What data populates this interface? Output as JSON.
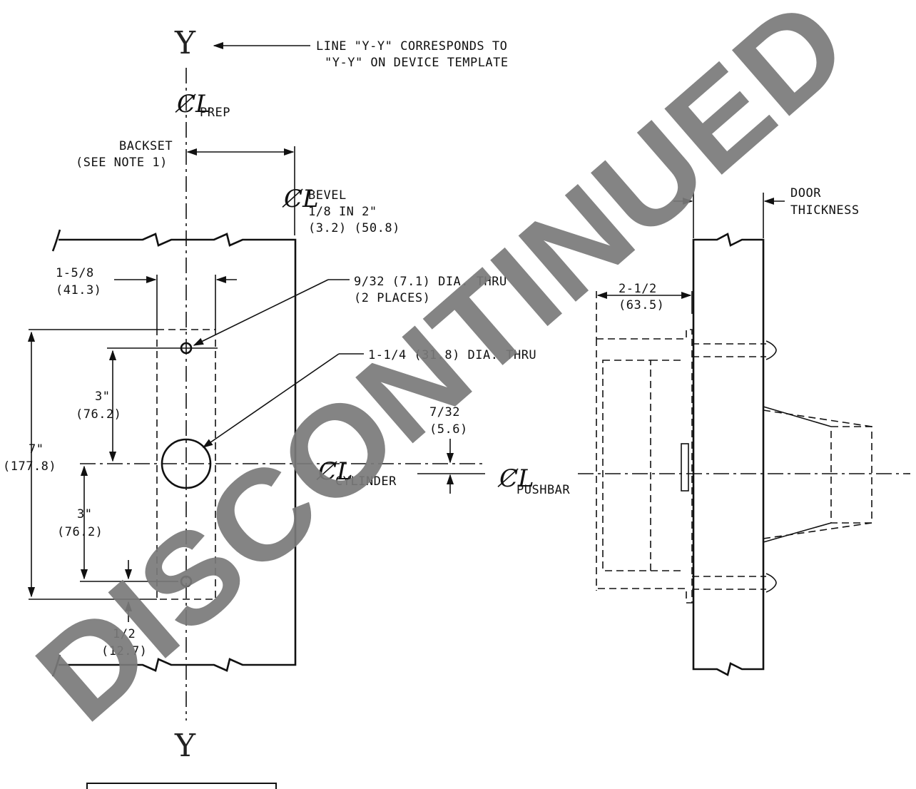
{
  "axis_y_top": "Y",
  "axis_y_bottom": "Y",
  "note_line_yy": [
    "LINE \"Y-Y\" CORRESPONDS TO",
    "\"Y-Y\" ON DEVICE TEMPLATE"
  ],
  "centerline_prep": "PREP",
  "backset": [
    "BACKSET",
    "(SEE NOTE 1)"
  ],
  "bevel": [
    "BEVEL",
    "1/8 IN 2\"",
    "(3.2) (50.8)"
  ],
  "dim_1_5_8": [
    "1-5/8",
    "(41.3)"
  ],
  "small_holes": [
    "9/32 (7.1) DIA. THRU",
    "(2 PLACES)"
  ],
  "large_hole": "1-1/4 (31.8) DIA. THRU",
  "dim_3_upper": [
    "3\"",
    "(76.2)"
  ],
  "dim_3_lower": [
    "3\"",
    "(76.2)"
  ],
  "dim_7": [
    "7\"",
    "(177.8)"
  ],
  "dim_1_2": [
    "1/2",
    "(12.7)"
  ],
  "dim_7_32": [
    "7/32",
    "(5.6)"
  ],
  "centerline_cylinder": "CYLINDER",
  "centerline_pushbar": "PUSHBAR",
  "door_thickness": [
    "DOOR",
    "THICKNESS"
  ],
  "dim_2_1_2": [
    "2-1/2",
    "(63.5)"
  ],
  "watermark": "DISCONTINUED",
  "centerline_symbol": "C̸L"
}
